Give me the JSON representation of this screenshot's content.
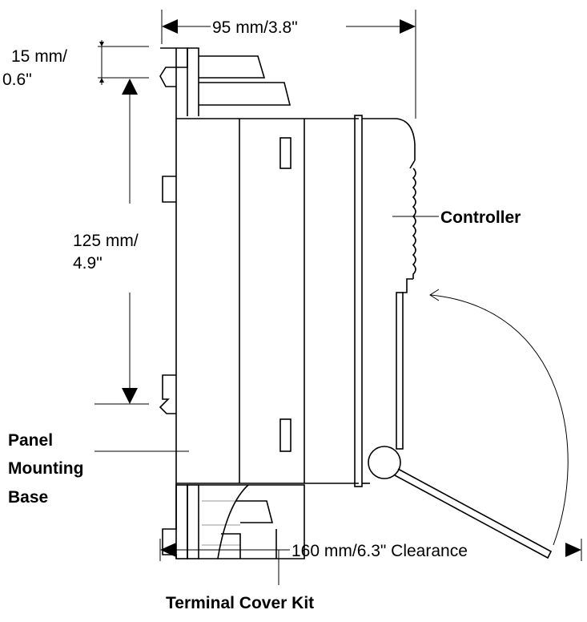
{
  "labels": {
    "width_dim": "95 mm/3.8\"",
    "top_dim_line1": "15 mm/",
    "top_dim_line2": "0.6\"",
    "height_dim_line1": "125 mm/",
    "height_dim_line2": "4.9\"",
    "controller": "Controller",
    "base_line1": "Panel",
    "base_line2": "Mounting",
    "base_line3": "Base",
    "clearance_dim": "160 mm/6.3\" Clearance",
    "terminal_cover": "Terminal Cover Kit"
  }
}
